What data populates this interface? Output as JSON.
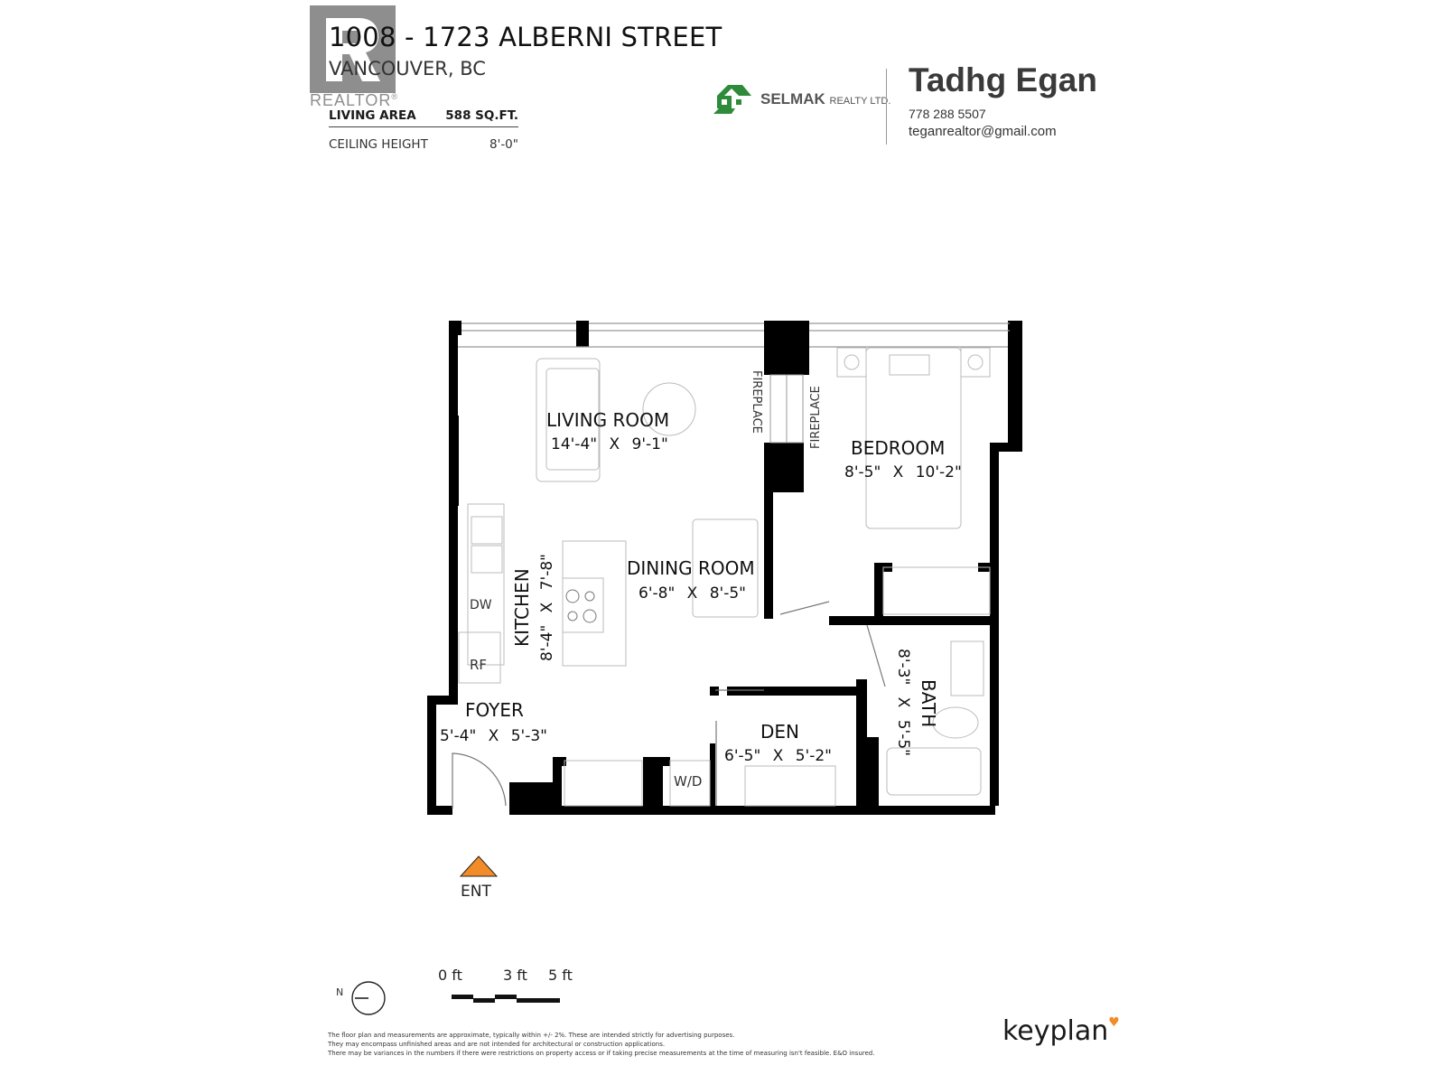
{
  "header": {
    "realtor_logo_text": "REALTOR",
    "address_line": "1008 - 1723 ALBERNI STREET",
    "city_line": "VANCOUVER, BC",
    "specs": [
      {
        "label": "LIVING AREA",
        "value": "588 SQ.FT."
      },
      {
        "label": "CEILING HEIGHT",
        "value": "8'-0\""
      }
    ]
  },
  "brokerage": {
    "name": "SELMAK",
    "suffix": "REALTY LTD.",
    "logo_color": "#2e8b3a"
  },
  "agent": {
    "name": "Tadhg Egan",
    "phone": "778 288 5507",
    "email": "teganrealtor@gmail.com"
  },
  "floor_plan": {
    "rooms": [
      {
        "name": "LIVING ROOM",
        "dims": "14'-4\" X 9'-1\""
      },
      {
        "name": "BEDROOM",
        "dims": "8'-5\" X 10'-2\""
      },
      {
        "name": "DINING ROOM",
        "dims": "6'-8\" X 8'-5\""
      },
      {
        "name": "KITCHEN",
        "dims": "8'-4\" X 7'-8\""
      },
      {
        "name": "BATH",
        "dims": "8'-3\" X 5'-5\""
      },
      {
        "name": "FOYER",
        "dims": "5'-4\" X 5'-3\""
      },
      {
        "name": "DEN",
        "dims": "6'-5\" X 5'-2\""
      }
    ],
    "fixtures": {
      "fireplace_left": "FIREPLACE",
      "fireplace_right": "FIREPLACE",
      "dishwasher": "DW",
      "refrigerator": "RF",
      "washer_dryer": "W/D"
    },
    "entrance_label": "ENT",
    "entrance_color": "#f28c28"
  },
  "legend": {
    "north_label": "N",
    "scale_labels": [
      "0 ft",
      "3 ft",
      "5 ft"
    ]
  },
  "disclaimer": [
    "The floor plan and measurements are approximate, typically within +/- 2%. These are intended strictly for advertising purposes.",
    "They may encompass unfinished areas and are not intended for architectural or construction applications.",
    "There may be variances in the numbers if there were restrictions on property access or if taking precise measurements at the time of measuring isn't feasible. E&O insured."
  ],
  "footer_brand": "keyplan",
  "footer_brand_accent": "#f28c28"
}
